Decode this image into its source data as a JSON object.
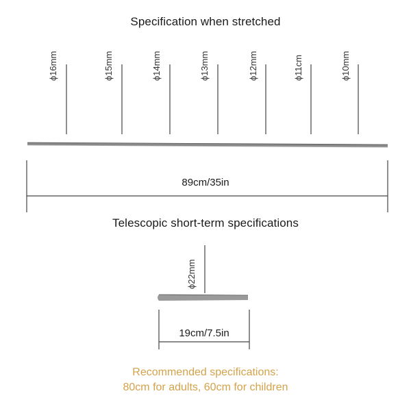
{
  "stretched": {
    "title": "Specification when stretched",
    "diameters": [
      "ϕ16mm",
      "ϕ15mm",
      "ϕ14mm",
      "ϕ13mm",
      "ϕ12mm",
      "ϕ11cm",
      "ϕ10mm"
    ],
    "length_label": "89cm/35in"
  },
  "collapsed": {
    "title": "Telescopic short-term specifications",
    "diameter": "ϕ22mm",
    "length_label": "19cm/7.5in"
  },
  "recommendation": {
    "line1": "Recommended specifications:",
    "line2": "80cm for adults, 60cm for children"
  },
  "colors": {
    "text": "#1a1a1a",
    "line": "#444444",
    "note": "#d4a24a"
  }
}
